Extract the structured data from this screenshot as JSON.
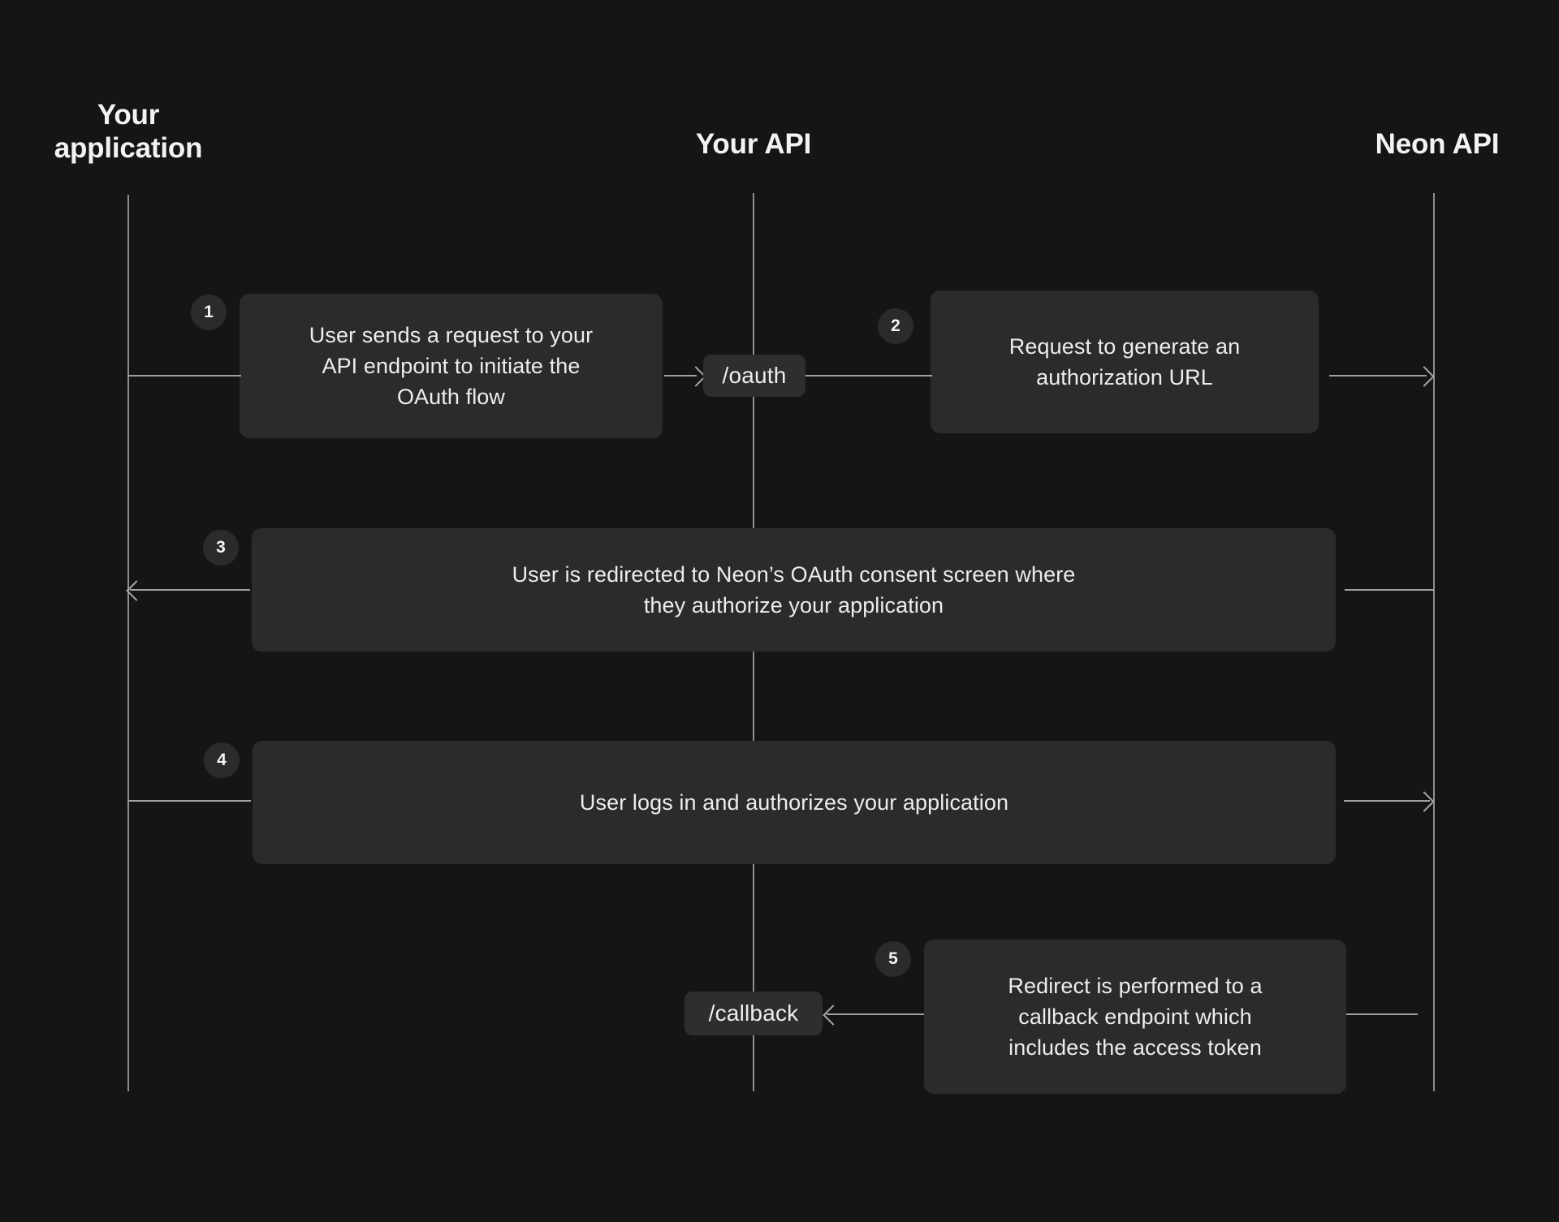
{
  "diagram": {
    "title": "Neon OAuth flow sequence diagram",
    "background_color": "#151515",
    "box_color": "#2b2b2b",
    "line_color": "#a0a0a0",
    "text_color": "#ededed"
  },
  "participants": [
    {
      "id": "your-application",
      "label": "Your\napplication"
    },
    {
      "id": "your-api",
      "label": "Your API"
    },
    {
      "id": "neon-api",
      "label": "Neon API"
    }
  ],
  "steps": [
    {
      "number": "1",
      "text": "User sends a request to your\nAPI endpoint to initiate the\nOAuth flow",
      "from": "Your application",
      "to": "Your API"
    },
    {
      "number": "2",
      "text": "Request to generate an\nauthorization URL",
      "from": "Your API",
      "to": "Neon API"
    },
    {
      "number": "3",
      "text": "User is redirected to Neon’s OAuth consent screen where\nthey authorize your application",
      "from": "Neon API",
      "to": "Your application"
    },
    {
      "number": "4",
      "text": "User logs in and authorizes your application",
      "from": "Your application",
      "to": "Neon API"
    },
    {
      "number": "5",
      "text": "Redirect is performed to a\ncallback endpoint which\nincludes the access token",
      "from": "Neon API",
      "to": "Your API"
    }
  ],
  "endpoints": [
    {
      "id": "oauth",
      "label": "/oauth"
    },
    {
      "id": "callback",
      "label": "/callback"
    }
  ]
}
